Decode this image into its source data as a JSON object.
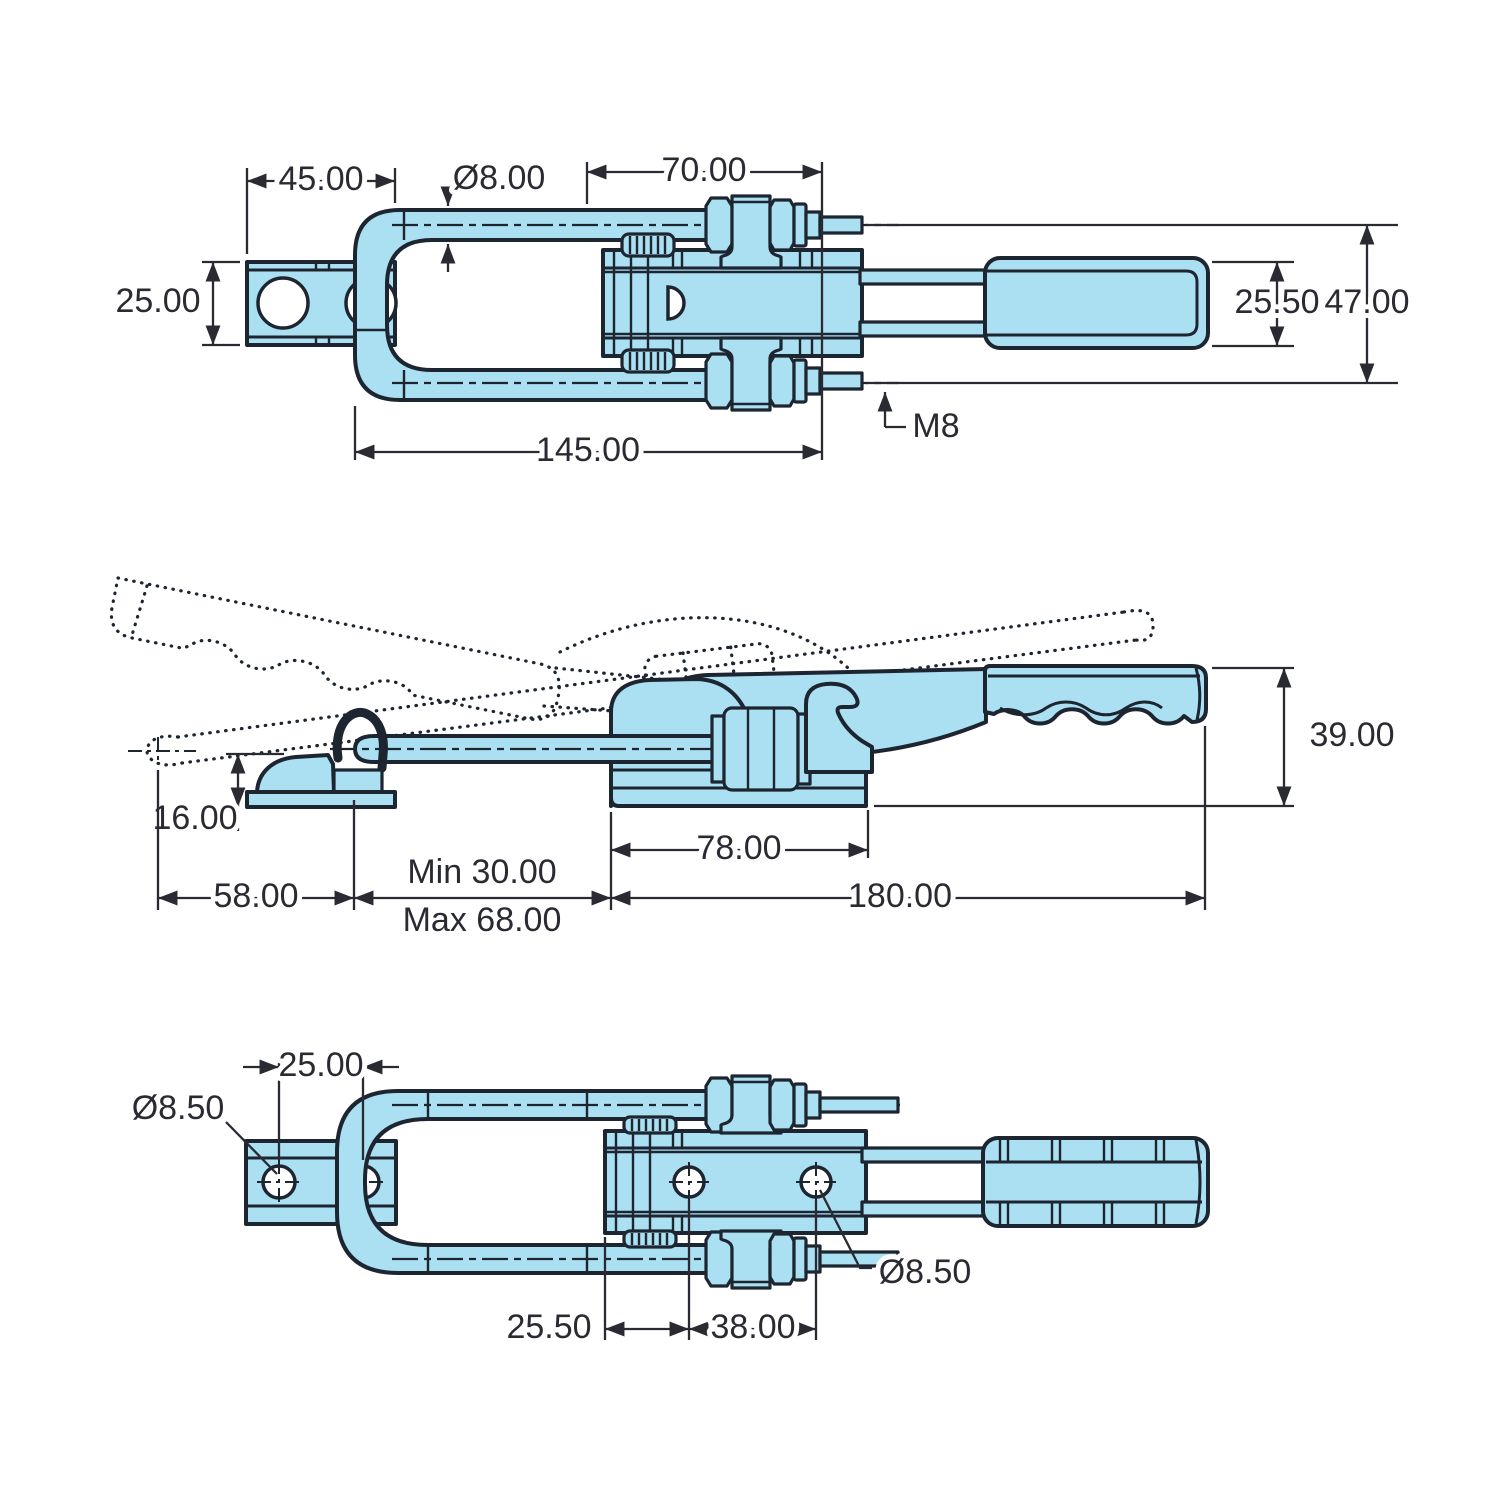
{
  "colors": {
    "part_fill": "#abdff2",
    "outline": "#1d2630",
    "dim": "#2a2a33",
    "bg": "#ffffff"
  },
  "views": {
    "top": {
      "labels": {
        "w45": "45.00",
        "dia8": "Ø8.00",
        "w70": "70.00",
        "h25": "25.00",
        "w145": "145.00",
        "h25_5": "25.50",
        "h47": "47.00",
        "m8": "M8"
      }
    },
    "side": {
      "labels": {
        "h16": "16.00",
        "w58": "58.00",
        "min30": "Min 30.00",
        "max68": "Max 68.00",
        "w78": "78.00",
        "w180": "180.00",
        "h39": "39.00"
      }
    },
    "bottom": {
      "labels": {
        "w25": "25.00",
        "dia85_left": "Ø8.50",
        "w25_5": "25.50",
        "w38": "38.00",
        "dia85_right": "Ø8.50"
      }
    }
  }
}
